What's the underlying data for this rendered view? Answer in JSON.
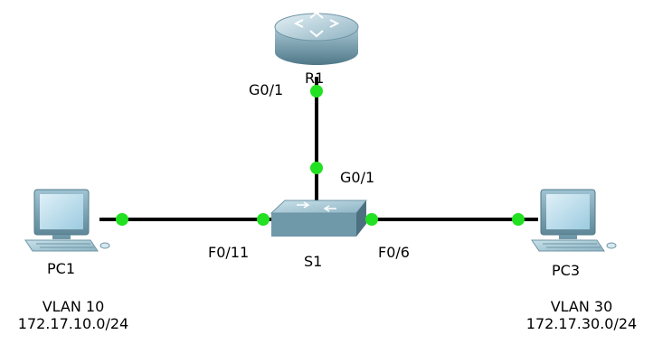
{
  "devices": {
    "router": {
      "name": "R1"
    },
    "switch": {
      "name": "S1"
    },
    "pc1": {
      "name": "PC1",
      "vlan": "VLAN 10",
      "subnet": "172.17.10.0/24"
    },
    "pc3": {
      "name": "PC3",
      "vlan": "VLAN 30",
      "subnet": "172.17.30.0/24"
    }
  },
  "ports": {
    "r1_g01": "G0/1",
    "s1_g01": "G0/1",
    "s1_f011": "F0/11",
    "s1_f06": "F0/6"
  },
  "colors": {
    "link": "#000000",
    "link_up": "#22e022"
  }
}
